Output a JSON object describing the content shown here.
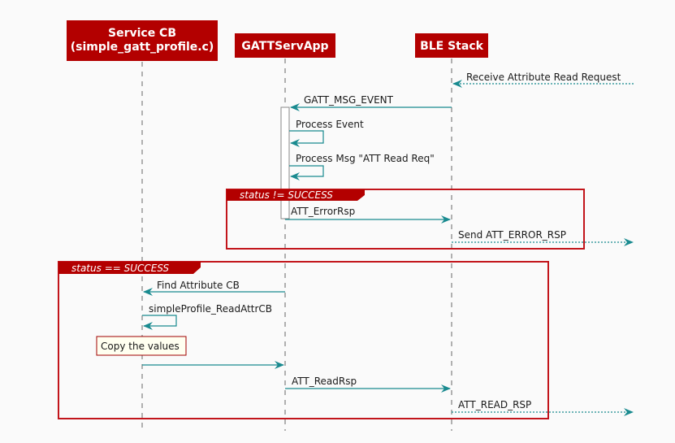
{
  "diagram": {
    "type": "sequence",
    "colors": {
      "background": "#fafafa",
      "participant_fill": "#b30000",
      "participant_text": "#ffffff",
      "arrow": "#198a8f",
      "frame_border": "#c2151b",
      "frame_header": "#b30000",
      "note_fill": "#fffff0",
      "note_border": "#a00000",
      "lifeline": "#666666"
    },
    "participants": [
      {
        "id": "svc",
        "lines": [
          "Service CB",
          "(simple_gatt_profile.c)"
        ]
      },
      {
        "id": "gatt",
        "lines": [
          "GATTServApp"
        ]
      },
      {
        "id": "ble",
        "lines": [
          "BLE Stack"
        ]
      }
    ],
    "messages": [
      {
        "from": "external",
        "to": "ble",
        "label": "Receive Attribute Read Request",
        "style": "dotted"
      },
      {
        "from": "ble",
        "to": "gatt",
        "label": "GATT_MSG_EVENT",
        "style": "solid"
      },
      {
        "from": "gatt",
        "to": "gatt",
        "label": "Process Event",
        "style": "self"
      },
      {
        "from": "gatt",
        "to": "gatt",
        "label": "Process Msg \"ATT Read Req\"",
        "style": "self"
      },
      {
        "from": "gatt",
        "to": "ble",
        "label": "ATT_ErrorRsp",
        "style": "solid"
      },
      {
        "from": "ble",
        "to": "external",
        "label": "Send ATT_ERROR_RSP",
        "style": "dotted"
      },
      {
        "from": "gatt",
        "to": "svc",
        "label": "Find Attribute CB",
        "style": "solid"
      },
      {
        "from": "svc",
        "to": "svc",
        "label": "simpleProfile_ReadAttrCB",
        "style": "self"
      },
      {
        "from": "svc",
        "to": "gatt",
        "label": "",
        "style": "solid"
      },
      {
        "from": "gatt",
        "to": "ble",
        "label": "ATT_ReadRsp",
        "style": "solid"
      },
      {
        "from": "ble",
        "to": "external",
        "label": "ATT_READ_RSP",
        "style": "dotted"
      }
    ],
    "frames": [
      {
        "label": "status != SUCCESS"
      },
      {
        "label": "status == SUCCESS"
      }
    ],
    "notes": [
      {
        "participant": "svc",
        "text": "Copy the values"
      }
    ]
  }
}
